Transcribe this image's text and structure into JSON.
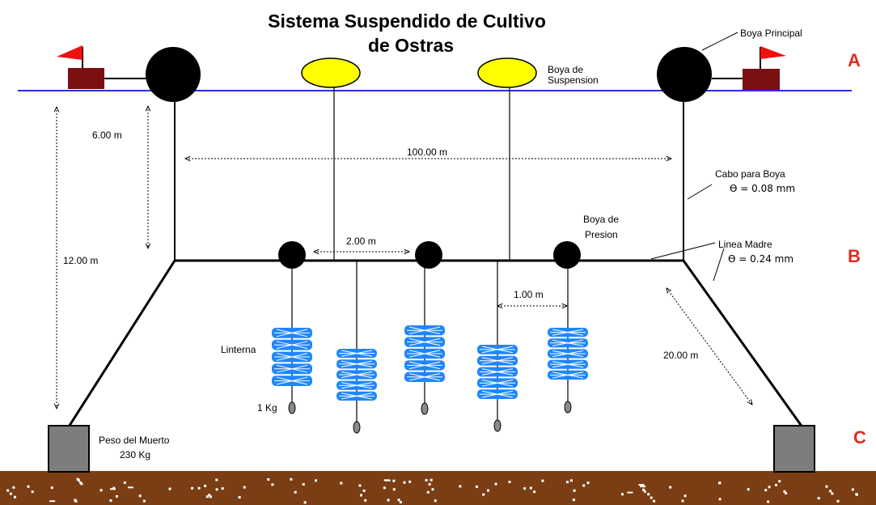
{
  "title": {
    "line1": "Sistema Suspendido de Cultivo",
    "line2": "de Ostras"
  },
  "levels": {
    "a": "A",
    "b": "B",
    "c": "C"
  },
  "labels": {
    "boya_principal": "Boya Principal",
    "boya_suspension_1": "Boya de",
    "boya_suspension_2": "Suspension",
    "boya_presion_1": "Boya de",
    "boya_presion_2": "Presion",
    "cabo_boya": "Cabo para Boya",
    "cabo_boya_diam": "ϴ = 0.08 mm",
    "linea_madre": "Linea Madre",
    "linea_madre_diam": "ϴ = 0.24 mm",
    "linterna": "Linterna",
    "peso_lantern": "1 Kg",
    "peso_muerto_1": "Peso del Muerto",
    "peso_muerto_2": "230 Kg"
  },
  "dimensions": {
    "d_6m": "6.00 m",
    "d_12m": "12.00 m",
    "d_100m": "100.00 m",
    "d_2m": "2.00 m",
    "d_1m": "1.00 m",
    "d_20m": "20.00 m"
  },
  "colors": {
    "sea_line": "#2e2bd9",
    "flag": "#ee1111",
    "anchor_box": "#7b1010",
    "suspension_buoy": "#ffff00",
    "main_buoy": "#000000",
    "lantern": "#1e86ff",
    "seabed": "#7a3d14",
    "dead_weight": "#7d7d7d",
    "level_letters": "#e32b1f"
  }
}
